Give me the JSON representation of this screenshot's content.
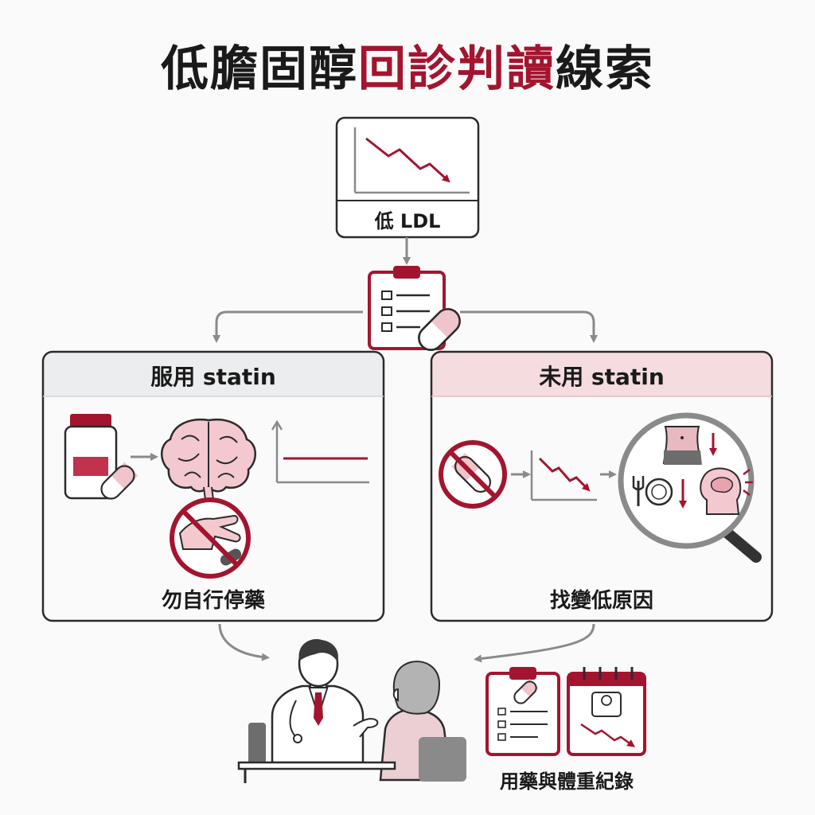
{
  "title": {
    "prefix": "低膽固醇",
    "accent": "回診判讀",
    "suffix": "線索"
  },
  "top_card": {
    "label": "低 LDL"
  },
  "left_panel": {
    "title": "服用 statin",
    "caption": "勿自行停藥"
  },
  "right_panel": {
    "title": "未用 statin",
    "caption": "找變低原因"
  },
  "records": {
    "caption": "用藥與體重紀錄"
  },
  "colors": {
    "accent": "#a3152f",
    "accent_light": "#f4dcdf",
    "panel_gray": "#ecedef",
    "stroke": "#2b2b2b",
    "arrow": "#8a8a8a"
  }
}
